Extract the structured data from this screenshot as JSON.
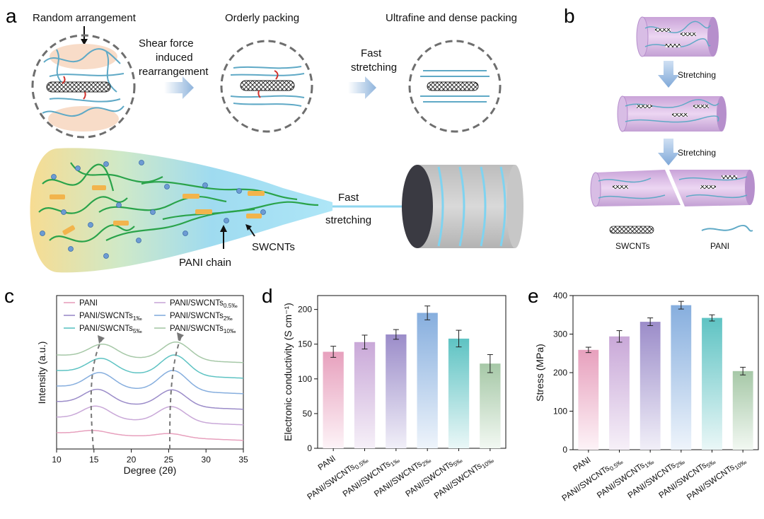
{
  "panels": {
    "a": "a",
    "b": "b",
    "c": "c",
    "d": "d",
    "e": "e"
  },
  "schematic_a": {
    "random_arrangement": "Random arrangement",
    "orderly_packing": "Orderly packing",
    "ultrafine_dense": "Ultrafine and dense packing",
    "shear_line1": "Shear force",
    "shear_line2": "induced",
    "shear_line3": "rearrangement",
    "fast1_line1": "Fast",
    "fast1_line2": "stretching",
    "fast2_line1": "Fast",
    "fast2_line2": "stretching",
    "swcnts": "SWCNTs",
    "pani_chain": "PANI chain"
  },
  "schematic_b": {
    "stretching_1": "Stretching",
    "stretching_2": "Stretching",
    "legend_swcnts": "SWCNTs",
    "legend_pani": "PANI"
  },
  "colors": {
    "pani": "#e7a0bd",
    "s05": "#c9a8d8",
    "s1": "#9b8cc9",
    "s2": "#86aede",
    "s5": "#5ec3c3",
    "s10": "#a6c8a7",
    "fiber_purple": "#c9a3d8",
    "chain_blue": "#5fa9c6",
    "dot_blue": "#6d9bd3",
    "cnt_orange": "#f2b44c",
    "pani_green": "#2aa34a"
  },
  "chart_data": [
    {
      "panel": "c",
      "type": "line",
      "xlabel": "Degree (2θ)",
      "ylabel": "Intensity (a.u.)",
      "xlim": [
        10,
        35
      ],
      "xticks": [
        "10",
        "15",
        "20",
        "25",
        "30",
        "35"
      ],
      "legend": [
        "PANI",
        "PANI/SWCNTs0.5‰",
        "PANI/SWCNTs1‰",
        "PANI/SWCNTs2‰",
        "PANI/SWCNTs5‰",
        "PANI/SWCNTs10‰"
      ],
      "series": [
        {
          "name": "PANI",
          "color": "#e7a0bd",
          "offset": 0,
          "peaks": [
            [
              15,
              0.15
            ],
            [
              25.2,
              0.15
            ]
          ]
        },
        {
          "name": "PANI/SWCNTs0.5‰",
          "color": "#c9a8d8",
          "offset": 1,
          "peaks": [
            [
              15.3,
              0.5
            ],
            [
              25.4,
              0.6
            ]
          ]
        },
        {
          "name": "PANI/SWCNTs1‰",
          "color": "#9b8cc9",
          "offset": 2,
          "peaks": [
            [
              15.5,
              0.55
            ],
            [
              25.5,
              0.65
            ]
          ]
        },
        {
          "name": "PANI/SWCNTs2‰",
          "color": "#86aede",
          "offset": 3,
          "peaks": [
            [
              15.8,
              0.6
            ],
            [
              25.6,
              0.8
            ]
          ]
        },
        {
          "name": "PANI/SWCNTs5‰",
          "color": "#5ec3c3",
          "offset": 4,
          "peaks": [
            [
              16.0,
              0.55
            ],
            [
              25.8,
              0.8
            ]
          ]
        },
        {
          "name": "PANI/SWCNTs10‰",
          "color": "#a6c8a7",
          "offset": 5,
          "peaks": [
            [
              16.2,
              0.5
            ],
            [
              26.0,
              0.7
            ]
          ]
        }
      ]
    },
    {
      "panel": "d",
      "type": "bar",
      "ylabel": "Electronic conductivity (S cm⁻¹)",
      "ylim": [
        0,
        220
      ],
      "yticks": [
        "0",
        "50",
        "100",
        "150",
        "200"
      ],
      "categories": [
        "PANI",
        "PANI/SWCNTs0.5‰",
        "PANI/SWCNTs1‰",
        "PANI/SWCNTs2‰",
        "PANI/SWCNTs5‰",
        "PANI/SWCNTs10‰"
      ],
      "values": [
        139,
        153,
        164,
        195,
        158,
        122
      ],
      "errors": [
        8,
        10,
        7,
        10,
        12,
        13
      ]
    },
    {
      "panel": "e",
      "type": "bar",
      "ylabel": "Stress (MPa)",
      "ylim": [
        0,
        400
      ],
      "yticks": [
        "0",
        "100",
        "200",
        "300",
        "400"
      ],
      "categories": [
        "PANI",
        "PANI/SWCNTs0.5‰",
        "PANI/SWCNTs1‰",
        "PANI/SWCNTs2‰",
        "PANI/SWCNTs5‰",
        "PANI/SWCNTs10‰"
      ],
      "values": [
        259,
        294,
        332,
        375,
        342,
        204
      ],
      "errors": [
        7,
        15,
        10,
        10,
        8,
        10
      ]
    }
  ]
}
